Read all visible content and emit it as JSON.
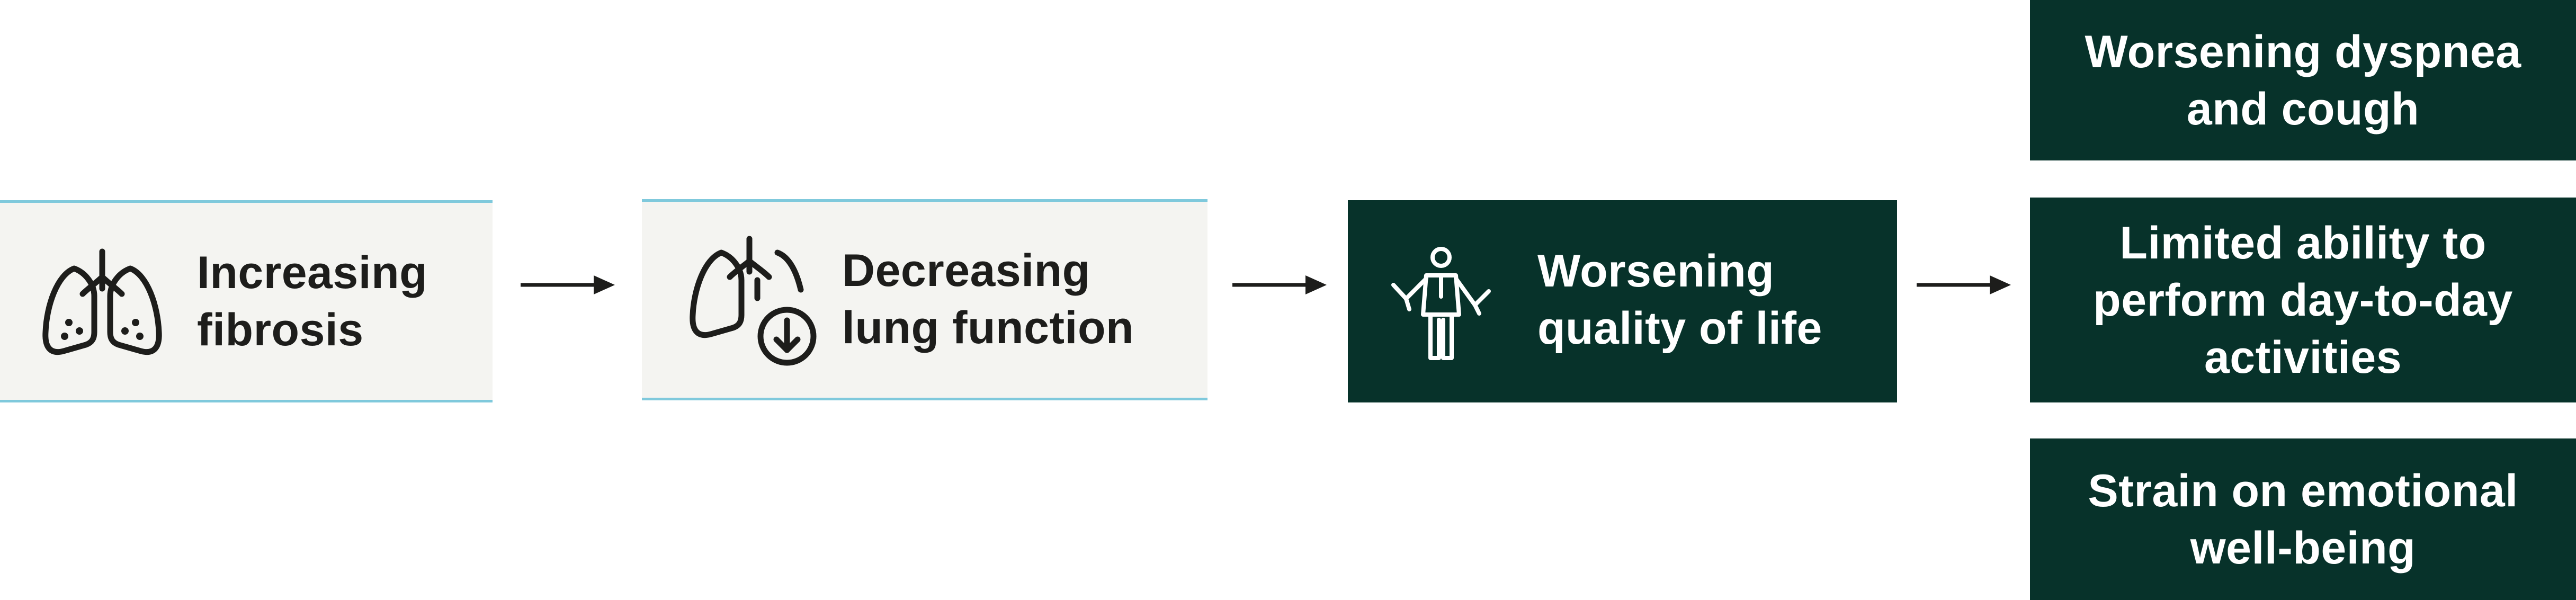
{
  "flow": {
    "step1": {
      "line1": "Increasing",
      "line2": "fibrosis",
      "icon": "lungs-icon"
    },
    "step2": {
      "line1": "Decreasing",
      "line2": "lung function",
      "icon": "lungs-down-arrow-icon"
    },
    "step3": {
      "line1": "Worsening",
      "line2": "quality of life",
      "icon": "person-icon"
    },
    "outcomes": [
      {
        "line1": "Worsening dyspnea",
        "line2": "and cough"
      },
      {
        "line1": "Limited ability to",
        "line2": "perform day-to-day",
        "line3": "activities"
      },
      {
        "line1": "Strain on emotional",
        "line2": "well-being"
      }
    ]
  },
  "colors": {
    "dark_green": "#07322a",
    "light_box": "#f4f4f1",
    "accent_blue": "#7fc9dc",
    "text_dark": "#1d1d1b"
  }
}
